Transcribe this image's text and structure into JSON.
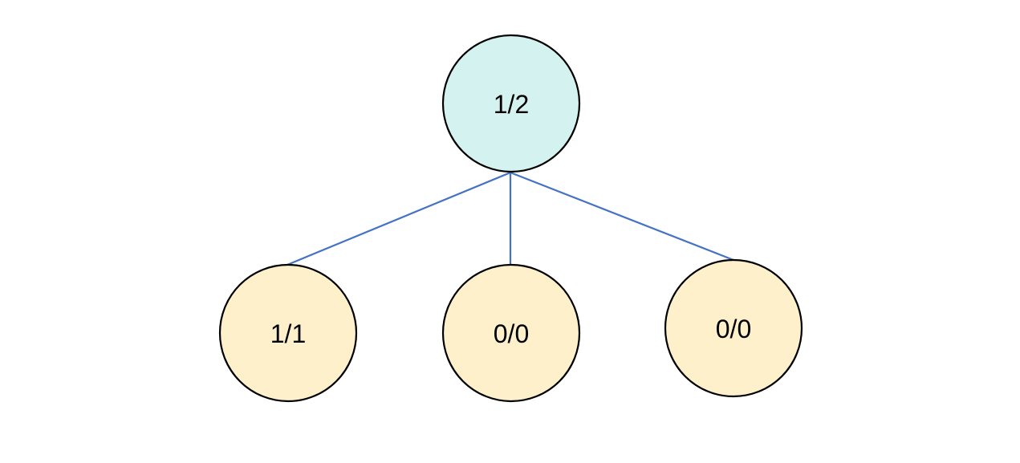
{
  "colors": {
    "root_fill": "#d4f3f0",
    "child_fill": "#fdf0ca",
    "node_stroke": "#000000",
    "edge_stroke": "#4472c4"
  },
  "tree": {
    "root": {
      "label": "1/2"
    },
    "children": [
      {
        "label": "1/1"
      },
      {
        "label": "0/0"
      },
      {
        "label": "0/0"
      }
    ]
  }
}
